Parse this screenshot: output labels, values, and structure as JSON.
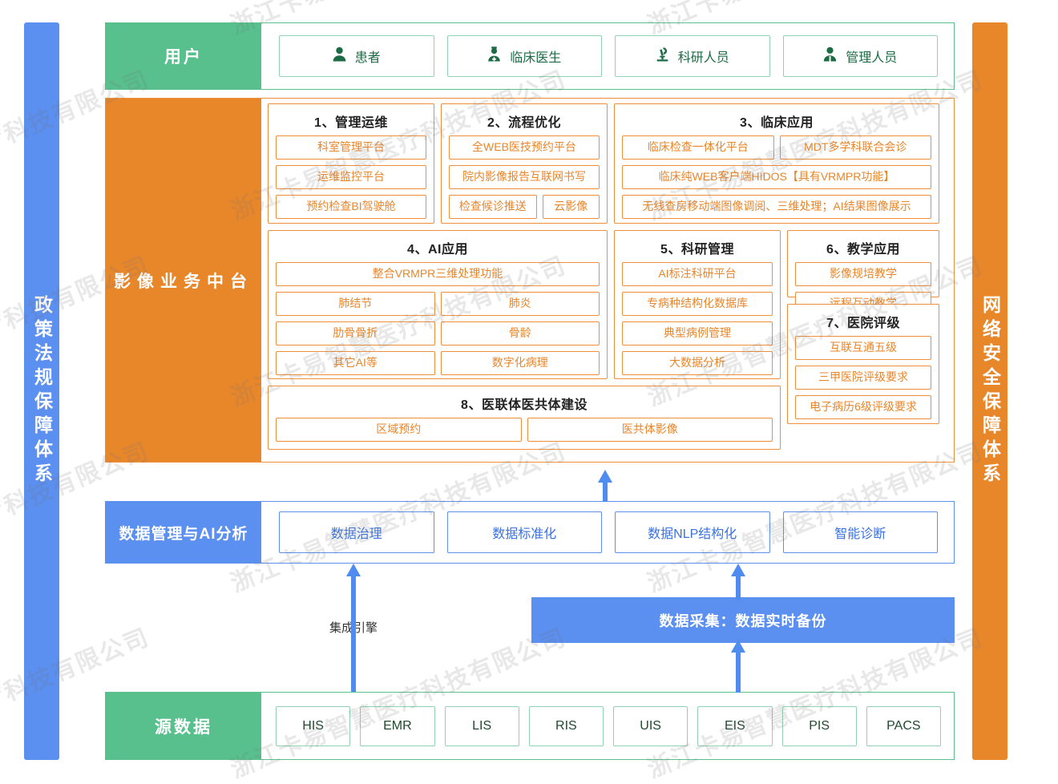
{
  "watermark": {
    "text": "浙江卡易智慧医疗科技有限公司"
  },
  "left_bar": {
    "label": "政策法规保障体系"
  },
  "right_bar": {
    "label": "网络安全保障体系"
  },
  "user_row": {
    "label": "用户",
    "items": [
      {
        "icon": "patient-icon",
        "label": "患者"
      },
      {
        "icon": "doctor-icon",
        "label": "临床医生"
      },
      {
        "icon": "microscope-icon",
        "label": "科研人员"
      },
      {
        "icon": "manager-icon",
        "label": "管理人员"
      }
    ]
  },
  "mid_panel": {
    "label": "影像业务中台",
    "groups": [
      {
        "id": "g1",
        "title": "1、管理运维",
        "rows": [
          [
            "科室管理平台"
          ],
          [
            "运维监控平台"
          ],
          [
            "预约检查BI驾驶舱"
          ]
        ]
      },
      {
        "id": "g2",
        "title": "2、流程优化",
        "rows": [
          [
            "全WEB医技预约平台"
          ],
          [
            "院内影像报告互联网书写"
          ],
          [
            "检查候诊推送",
            "云影像"
          ]
        ]
      },
      {
        "id": "g3",
        "title": "3、临床应用",
        "rows": [
          [
            "临床检查一体化平台",
            "MDT多学科联合会诊"
          ],
          [
            "临床纯WEB客户端HIDOS【具有VRMPR功能】"
          ],
          [
            "无线查房移动端图像调阅、三维处理；AI结果图像展示"
          ]
        ]
      },
      {
        "id": "g4",
        "title": "4、AI应用",
        "rows": [
          [
            "整合VRMPR三维处理功能"
          ],
          [
            "肺结节",
            "肺炎"
          ],
          [
            "肋骨骨折",
            "骨龄"
          ],
          [
            "其它AI等",
            "数字化病理"
          ]
        ]
      },
      {
        "id": "g5",
        "title": "5、科研管理",
        "rows": [
          [
            "AI标注科研平台"
          ],
          [
            "专病种结构化数据库"
          ],
          [
            "典型病例管理"
          ],
          [
            "大数据分析"
          ]
        ]
      },
      {
        "id": "g6",
        "title": "6、教学应用",
        "rows": [
          [
            "影像规培教学"
          ],
          [
            "远程互动教学"
          ]
        ]
      },
      {
        "id": "g7",
        "title": "7、医院评级",
        "rows": [
          [
            "互联互通五级"
          ],
          [
            "三甲医院评级要求"
          ],
          [
            "电子病历6级评级要求"
          ]
        ]
      },
      {
        "id": "g8",
        "title": "8、医联体医共体建设",
        "rows": [
          [
            "区域预约",
            "医共体影像"
          ]
        ]
      }
    ]
  },
  "data_mgmt_row": {
    "label": "数据管理与AI分析",
    "items": [
      "数据治理",
      "数据标准化",
      "数据NLP结构化",
      "智能诊断"
    ]
  },
  "band": {
    "engine_label": "集成引擎",
    "collect_bar_label": "数据采集：数据实时备份"
  },
  "source_row": {
    "label": "源数据",
    "items": [
      "HIS",
      "EMR",
      "LIS",
      "RIS",
      "UIS",
      "EIS",
      "PIS",
      "PACS"
    ]
  },
  "colors": {
    "green": "#57c08c",
    "green_border": "#8fd3b0",
    "orange": "#e8862a",
    "orange_border": "#ef8f3c",
    "blue": "#5b8ff0",
    "arrow_blue": "#4f8cf0"
  }
}
